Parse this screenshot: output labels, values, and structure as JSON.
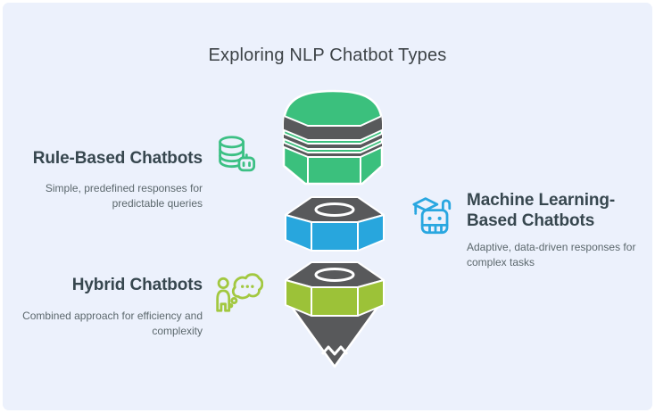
{
  "title": "Exploring NLP Chatbot Types",
  "colors": {
    "background": "#ecf1fc",
    "border": "#ffffff",
    "title_text": "#3d4347",
    "heading_text": "#37474f",
    "subtitle_text": "#5c686d",
    "dark_gray": "#58595b"
  },
  "items": [
    {
      "label": "Rule-Based Chatbots",
      "description": "Simple, predefined responses for predictable queries",
      "icon": "database-robot-icon",
      "color": "#3cc084",
      "side": "left"
    },
    {
      "label": "Machine Learning-Based Chatbots",
      "description": "Adaptive, data-driven responses for complex tasks",
      "icon": "graduate-robot-icon",
      "color": "#29a7e0",
      "side": "right"
    },
    {
      "label": "Hybrid Chatbots",
      "description": "Combined approach for efficiency and complexity",
      "icon": "person-thought-icon",
      "color": "#a2c840",
      "side": "left"
    }
  ],
  "funnel": {
    "layers": [
      {
        "name": "top-cylinder",
        "color": "#3bc07d",
        "band_color": "#58595b"
      },
      {
        "name": "middle-hex-nut",
        "color": "#28a6dd",
        "top_color": "#58595b"
      },
      {
        "name": "bottom-hex-nut",
        "color": "#9cc238",
        "top_color": "#58595b",
        "cone_color": "#58595b"
      }
    ]
  }
}
